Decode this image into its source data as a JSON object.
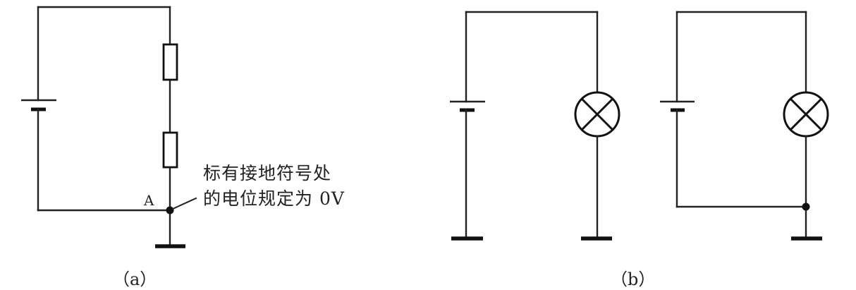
{
  "figure": {
    "panels": [
      {
        "id": "a",
        "caption": "（a）",
        "components": [
          "battery",
          "resistor",
          "resistor",
          "ground"
        ],
        "node_label": "A",
        "annotation": {
          "line1": "标有接地符号处",
          "line2": "的电位规定为 0V"
        }
      },
      {
        "id": "b",
        "caption": "（b）",
        "circuits": [
          {
            "components": [
              "battery",
              "lamp",
              "ground",
              "ground"
            ]
          },
          {
            "components": [
              "battery",
              "lamp",
              "ground"
            ]
          }
        ]
      }
    ],
    "colors": {
      "line": "#222222",
      "background": "#ffffff"
    }
  }
}
